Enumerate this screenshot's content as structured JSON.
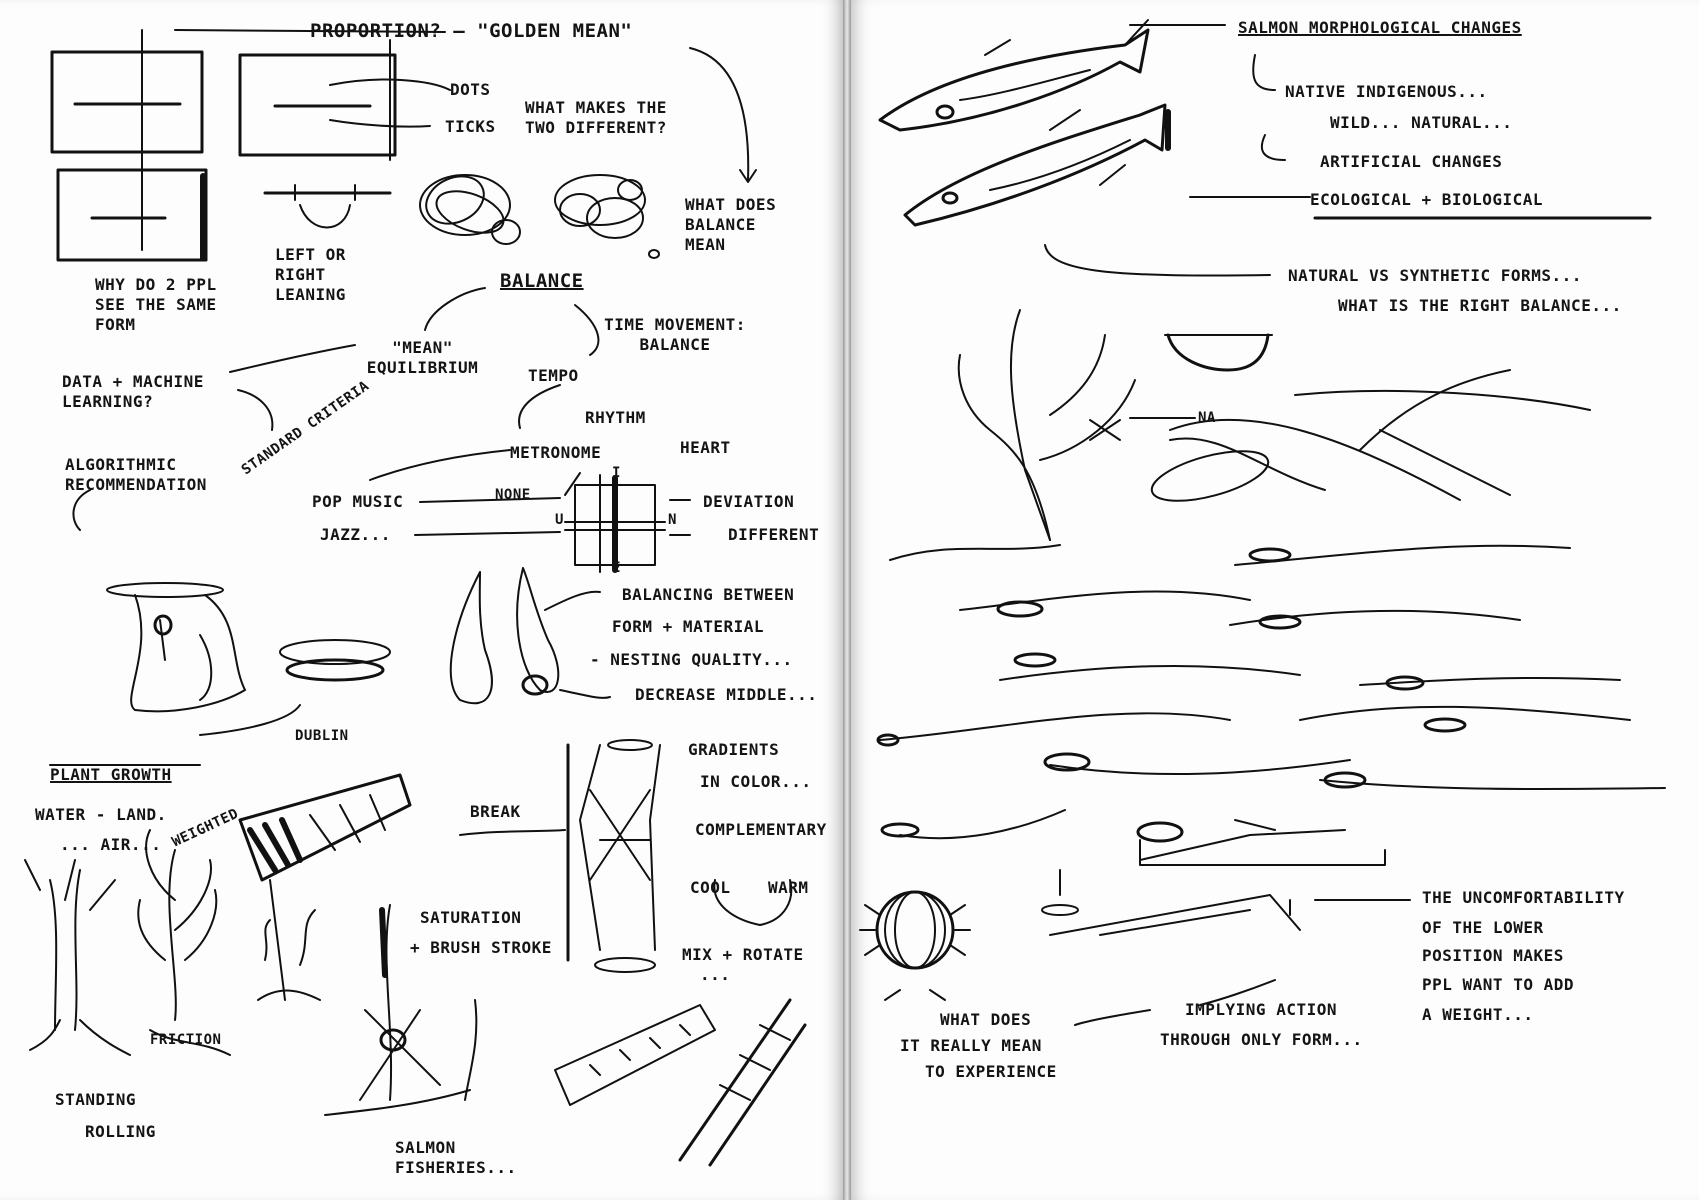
{
  "left_page": {
    "proportion_header": "PROPORTION? — \"GOLDEN MEAN\"",
    "dots_label": "DOTS",
    "ticks_label": "TICKS",
    "what_makes": "WHAT MAKES THE TWO DIFFERENT?",
    "why_ppl": "WHY DO 2 PPL SEE THE SAME FORM",
    "left_right": "LEFT OR RIGHT LEANING",
    "what_does_balance": "WHAT DOES BALANCE MEAN",
    "balance": "BALANCE",
    "mean_equilibrium": "\"MEAN\" EQUILIBRIUM",
    "time_movement": "TIME MOVEMENT: BALANCE",
    "tempo": "TEMPO",
    "data_machine": "DATA + MACHINE LEARNING?",
    "standard": "STANDARD CRITERIA",
    "rhythm": "RHYTHM",
    "metronome": "METRONOME",
    "heart": "HEART",
    "algorithmic": "ALGORITHMIC RECOMMENDATION",
    "pop_music": "POP MUSIC",
    "jazz": "JAZZ...",
    "none_label": "NONE",
    "deviation": "DEVIATION",
    "different": "DIFFERENT",
    "grid_n": "N",
    "grid_u": "U",
    "grid_e": "E",
    "grid_i": "I",
    "balancing_between": "BALANCING BETWEEN",
    "form_material": "FORM + MATERIAL",
    "nesting": "- NESTING QUALITY...",
    "decrease_middle": "DECREASE MIDDLE...",
    "dublin": "DUBLIN",
    "plant_growth": "PLANT GROWTH",
    "water_land": "WATER - LAND.",
    "air": "... AIR...",
    "weighted": "WEIGHTED",
    "break": "BREAK",
    "gradients": "GRADIENTS",
    "in_color": "IN COLOR...",
    "complementary": "COMPLEMENTARY",
    "cool": "COOL",
    "warm": "WARM",
    "mix_rotate": "MIX + ROTATE",
    "dots3": "...",
    "saturation": "SATURATION",
    "brush_stroke": "+ BRUSH STROKE",
    "friction": "FRICTION",
    "standing": "STANDING",
    "rolling": "ROLLING",
    "salmon_fisheries": "SALMON FISHERIES..."
  },
  "right_page": {
    "salmon_header": "SALMON MORPHOLOGICAL CHANGES",
    "native": "NATIVE INDIGENOUS...",
    "wild_natural": "WILD... NATURAL...",
    "artificial": "ARTIFICIAL CHANGES",
    "ecological": "ECOLOGICAL + BIOLOGICAL",
    "natural_synthetic": "NATURAL VS SYNTHETIC FORMS...",
    "right_balance": "WHAT IS THE RIGHT BALANCE...",
    "na": "NA",
    "uncomfortable_1": "THE UNCOMFORTABILITY",
    "uncomfortable_2": "OF THE LOWER",
    "uncomfortable_3": "POSITION MAKES",
    "uncomfortable_4": "PPL WANT TO ADD",
    "uncomfortable_5": "A WEIGHT...",
    "implying_1": "IMPLYING ACTION",
    "implying_2": "THROUGH ONLY FORM...",
    "what_does_1": "WHAT DOES",
    "what_does_2": "IT REALLY MEAN",
    "what_does_3": "TO EXPERIENCE"
  }
}
